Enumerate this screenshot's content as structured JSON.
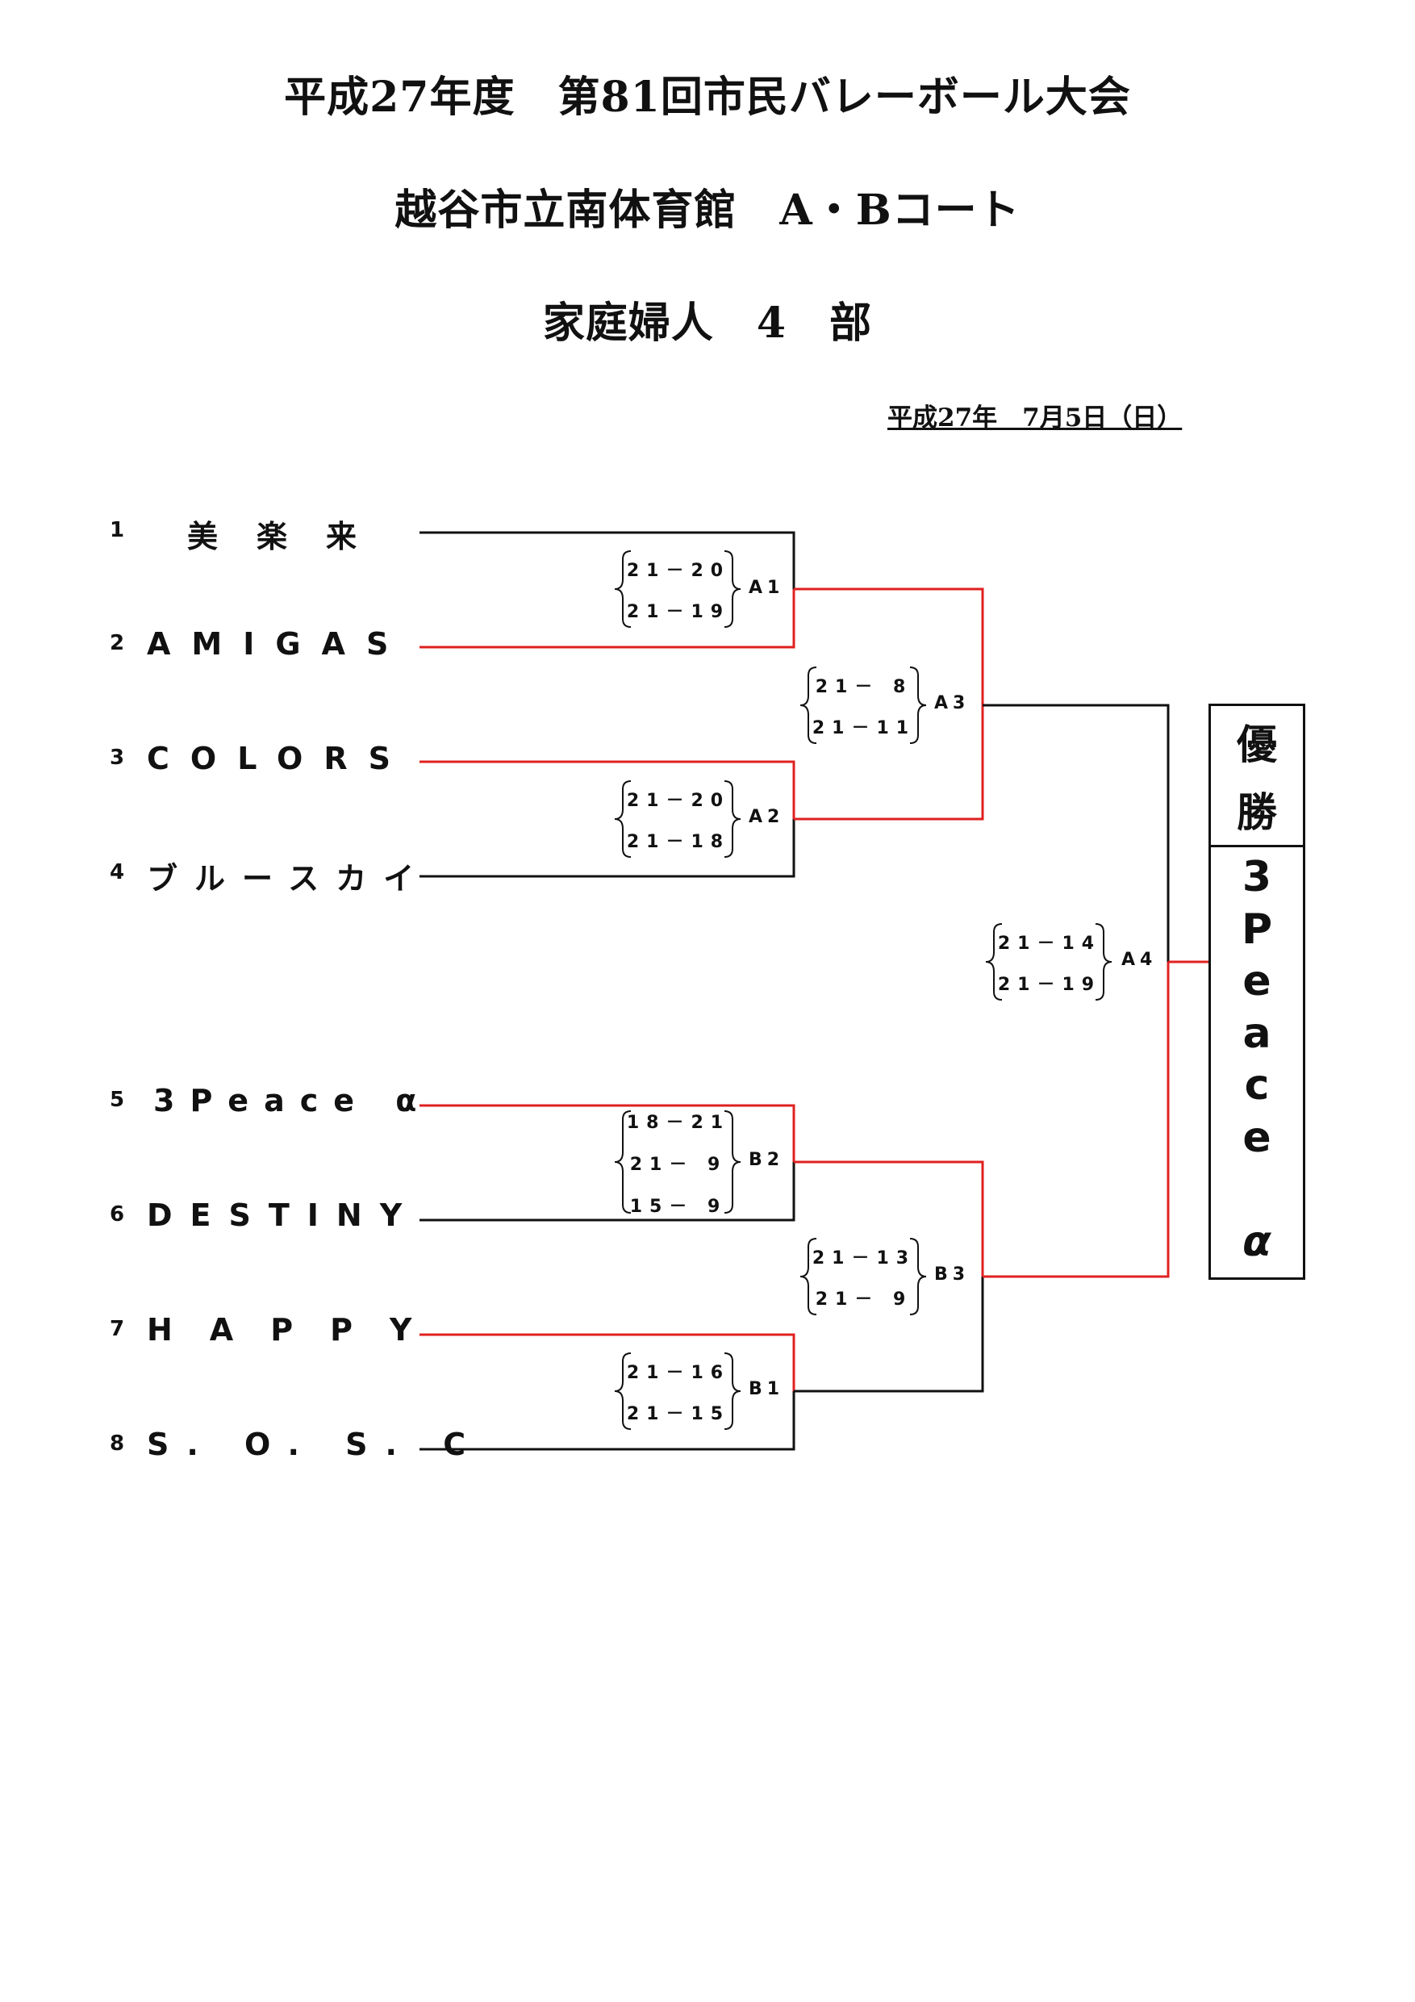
{
  "header": {
    "title": "平成27年度　第81回市民バレーボール大会",
    "venue": "越谷市立南体育館　A・Bコート",
    "division": "家庭婦人　4　部",
    "date": "平成27年　7月5日（日）"
  },
  "teams": [
    {
      "seed": "1",
      "name": "美楽来"
    },
    {
      "seed": "2",
      "name": "AMIGAS"
    },
    {
      "seed": "3",
      "name": "COLORS"
    },
    {
      "seed": "4",
      "name": "ブルースカイ"
    },
    {
      "seed": "5",
      "name": "3Peace α"
    },
    {
      "seed": "6",
      "name": "DESTINY"
    },
    {
      "seed": "7",
      "name": "HAPPY"
    },
    {
      "seed": "8",
      "name": "S. O. S. C"
    }
  ],
  "matches": [
    {
      "label": "A1",
      "scores": [
        "21－20",
        "21－19"
      ]
    },
    {
      "label": "A2",
      "scores": [
        "21－20",
        "21－18"
      ]
    },
    {
      "label": "A3",
      "scores": [
        "21－ 8",
        "21－11"
      ]
    },
    {
      "label": "A4",
      "scores": [
        "21－14",
        "21－19"
      ]
    },
    {
      "label": "B1",
      "scores": [
        "21－16",
        "21－15"
      ]
    },
    {
      "label": "B2",
      "scores": [
        "18－21",
        "21－ 9",
        "15－ 9"
      ]
    },
    {
      "label": "B3",
      "scores": [
        "21－13",
        "21－ 9"
      ]
    }
  ],
  "champion": {
    "heading_1": "優",
    "heading_2": "勝",
    "name_chars": [
      "3",
      "P",
      "e",
      "a",
      "c",
      "e",
      "",
      "α"
    ]
  },
  "colors": {
    "winner_line": "#e02020",
    "bracket_line": "#111111"
  }
}
